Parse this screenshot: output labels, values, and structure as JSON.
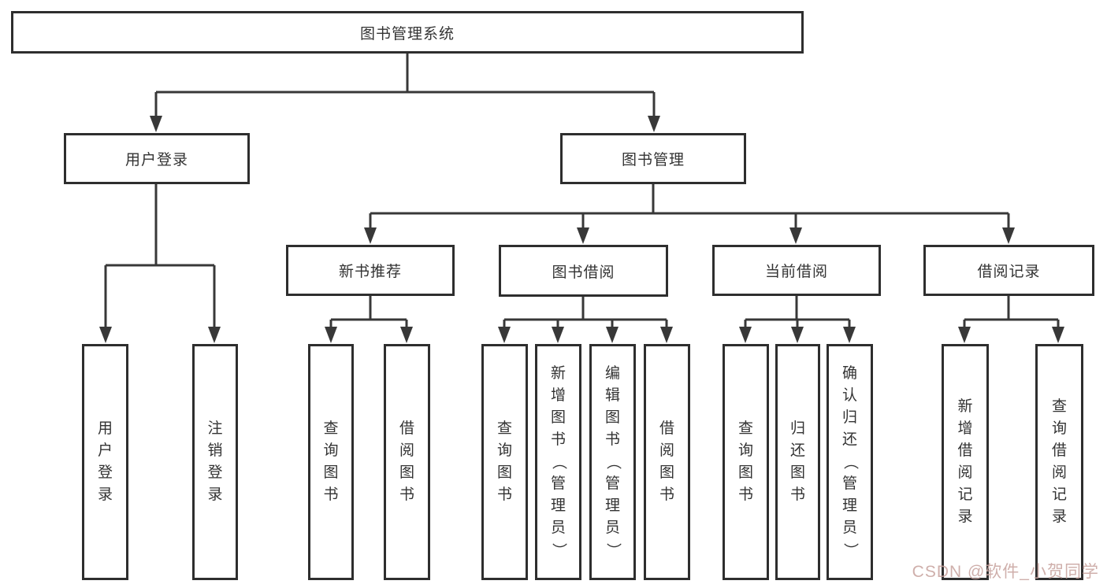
{
  "diagram": {
    "root": {
      "label": "图书管理系统"
    },
    "branches": [
      {
        "label": "用户登录",
        "children": [
          {
            "label": "用户登录"
          },
          {
            "label": "注销登录"
          }
        ]
      },
      {
        "label": "图书管理",
        "children": [
          {
            "label": "新书推荐",
            "children": [
              {
                "label": "查询图书"
              },
              {
                "label": "借阅图书"
              }
            ]
          },
          {
            "label": "图书借阅",
            "children": [
              {
                "label": "查询图书"
              },
              {
                "label": "新增图书（管理员）"
              },
              {
                "label": "编辑图书（管理员）"
              },
              {
                "label": "借阅图书"
              }
            ]
          },
          {
            "label": "当前借阅",
            "children": [
              {
                "label": "查询图书"
              },
              {
                "label": "归还图书"
              },
              {
                "label": "确认归还（管理员）"
              }
            ]
          },
          {
            "label": "借阅记录",
            "children": [
              {
                "label": "新增借阅记录"
              },
              {
                "label": "查询借阅记录"
              }
            ]
          }
        ]
      }
    ]
  },
  "watermark": {
    "text": "CSDN @软件_小贺同学",
    "color": "#c7a29d"
  },
  "colors": {
    "line": "#383838",
    "box_border": "#2e2e2e",
    "text": "#333333",
    "background": "#ffffff"
  }
}
